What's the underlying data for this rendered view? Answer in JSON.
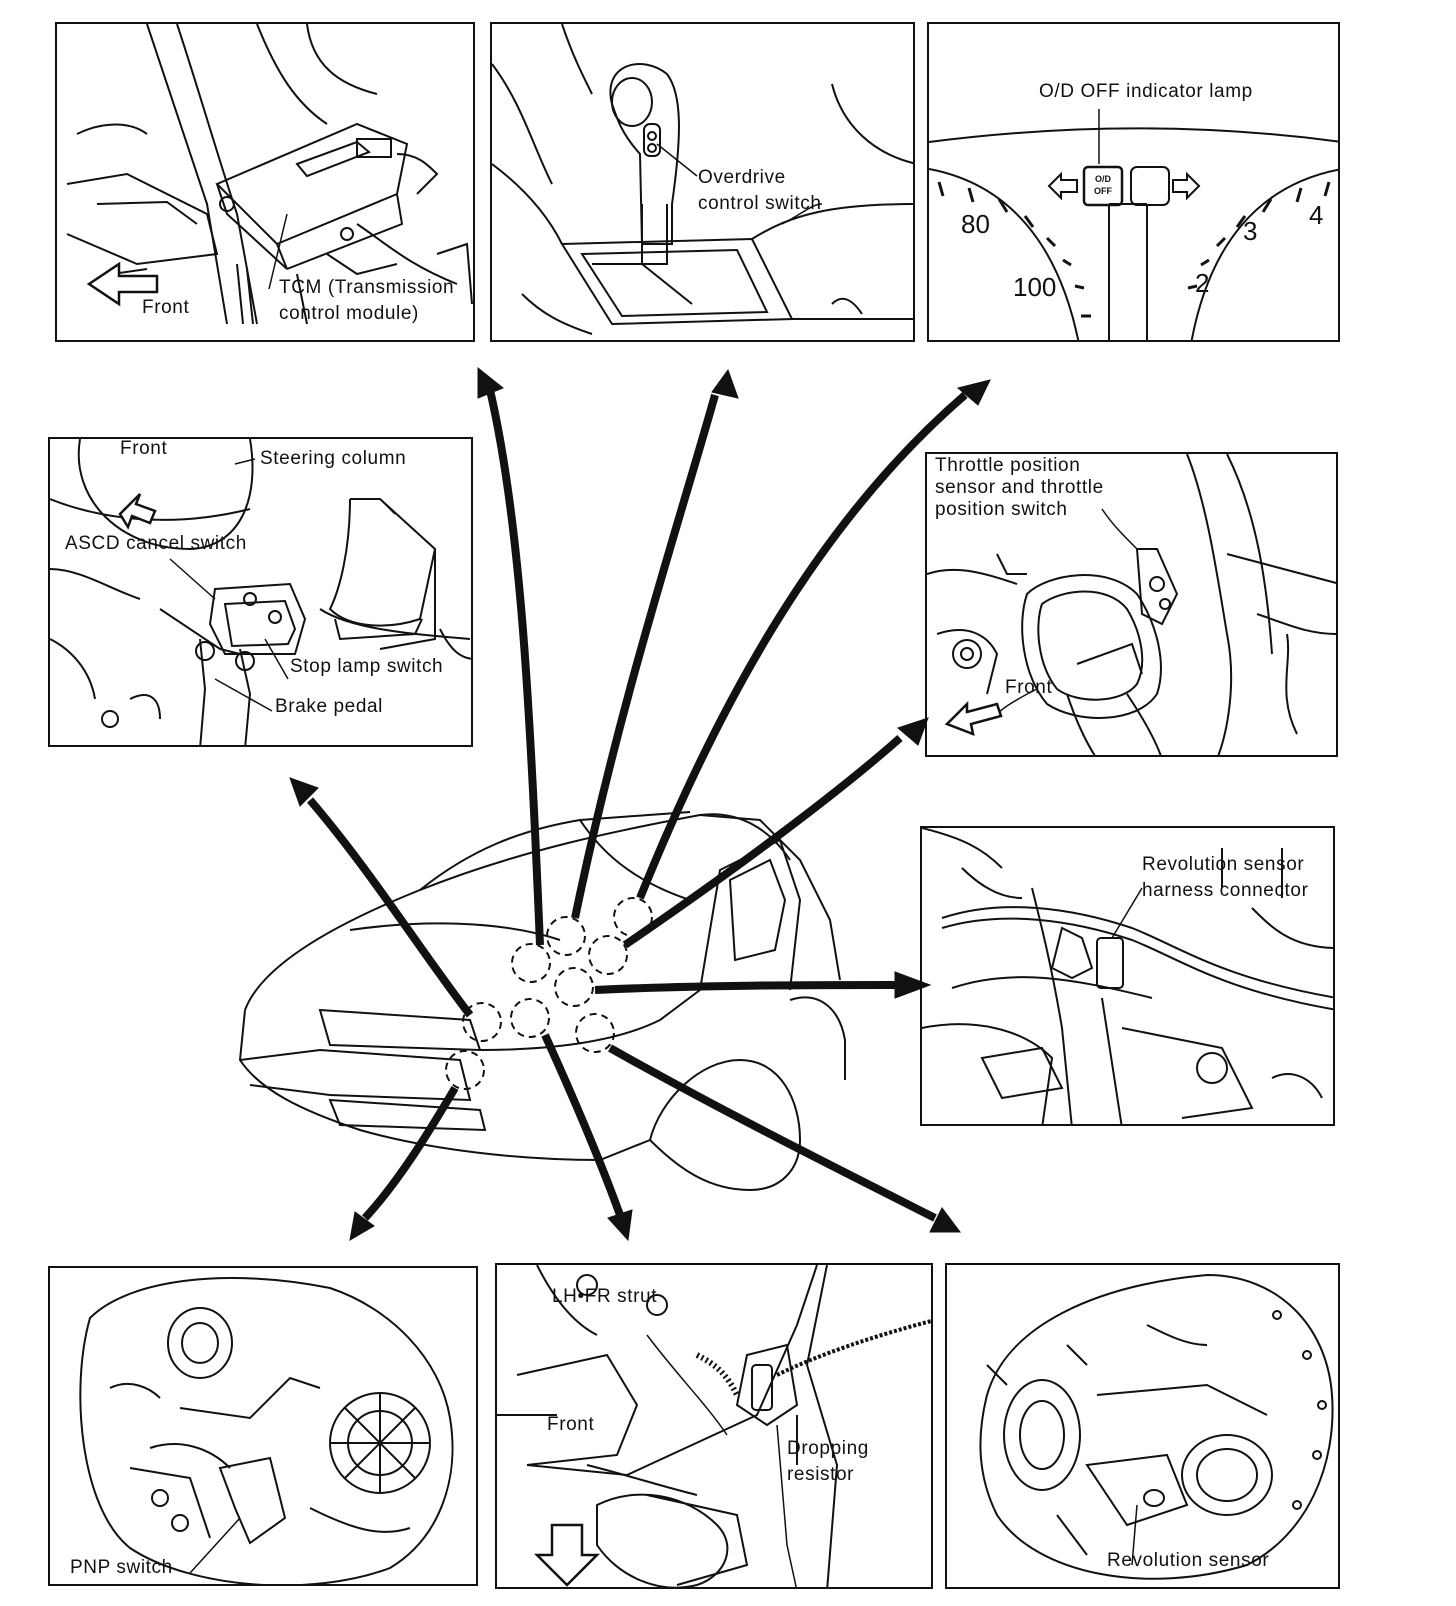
{
  "panels": {
    "tcm": {
      "front": "Front",
      "tcm_line1": "TCM (Transmission",
      "tcm_line2": "control module)"
    },
    "overdrive": {
      "line1": "Overdrive",
      "line2": "control switch"
    },
    "od_lamp": {
      "title": "O/D OFF indicator lamp",
      "lamp_top": "O/D",
      "lamp_bottom": "OFF",
      "speed_80": "80",
      "speed_100": "100",
      "rpm_2": "2",
      "rpm_3": "3",
      "rpm_4": "4"
    },
    "steering": {
      "front": "Front",
      "steering_column": "Steering column",
      "ascd": "ASCD cancel switch",
      "stop_lamp": "Stop lamp switch",
      "brake": "Brake pedal"
    },
    "throttle": {
      "line1": "Throttle position",
      "line2": "sensor and throttle",
      "line3": "position switch",
      "front": "Front"
    },
    "rev_harness": {
      "line1": "Revolution sensor",
      "line2": "harness connector"
    },
    "pnp": {
      "label": "PNP switch"
    },
    "dropping": {
      "strut": "LH•FR strut",
      "front": "Front",
      "line1": "Dropping",
      "line2": "resistor"
    },
    "rev_sensor": {
      "label": "Revolution sensor"
    }
  }
}
